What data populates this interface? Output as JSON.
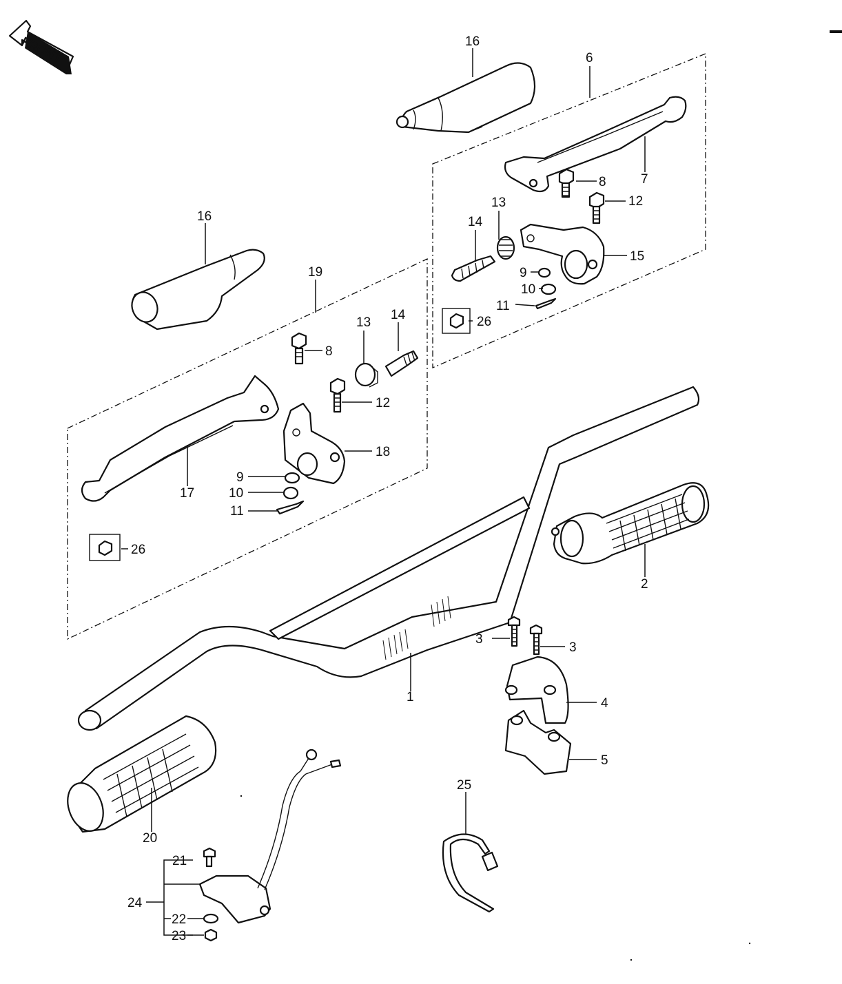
{
  "front_label": "FRONT",
  "callouts": {
    "c1": "1",
    "c2": "2",
    "c3a": "3",
    "c3b": "3",
    "c4": "4",
    "c5": "5",
    "c6": "6",
    "c7": "7",
    "c8a": "8",
    "c8b": "8",
    "c9a": "9",
    "c9b": "9",
    "c10a": "10",
    "c10b": "10",
    "c11a": "11",
    "c11b": "11",
    "c12a": "12",
    "c12b": "12",
    "c13a": "13",
    "c13b": "13",
    "c14a": "14",
    "c14b": "14",
    "c15": "15",
    "c16a": "16",
    "c16b": "16",
    "c17": "17",
    "c18": "18",
    "c19": "19",
    "c20": "20",
    "c21": "21",
    "c22": "22",
    "c23": "23",
    "c24": "24",
    "c25": "25",
    "c26a": "26",
    "c26b": "26"
  }
}
